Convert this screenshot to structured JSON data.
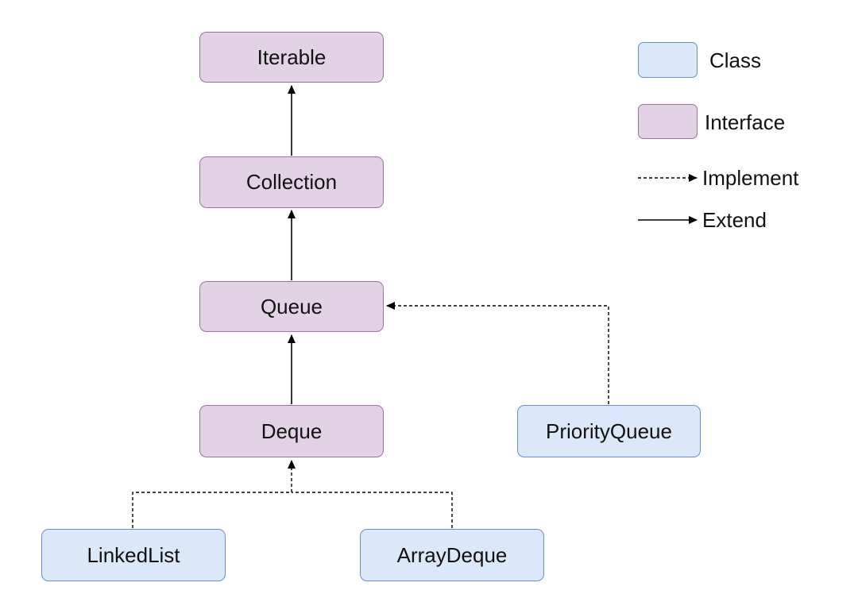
{
  "nodes": {
    "iterable": {
      "label": "Iterable",
      "kind": "interface"
    },
    "collection": {
      "label": "Collection",
      "kind": "interface"
    },
    "queue": {
      "label": "Queue",
      "kind": "interface"
    },
    "deque": {
      "label": "Deque",
      "kind": "interface"
    },
    "priority_queue": {
      "label": "PriorityQueue",
      "kind": "class"
    },
    "linked_list": {
      "label": "LinkedList",
      "kind": "class"
    },
    "array_deque": {
      "label": "ArrayDeque",
      "kind": "class"
    }
  },
  "edges": [
    {
      "from": "collection",
      "to": "iterable",
      "type": "extend"
    },
    {
      "from": "queue",
      "to": "collection",
      "type": "extend"
    },
    {
      "from": "deque",
      "to": "queue",
      "type": "extend"
    },
    {
      "from": "priority_queue",
      "to": "queue",
      "type": "implement"
    },
    {
      "from": "linked_list",
      "to": "deque",
      "type": "implement"
    },
    {
      "from": "array_deque",
      "to": "deque",
      "type": "implement"
    }
  ],
  "legend": {
    "class_label": "Class",
    "interface_label": "Interface",
    "implement_label": "Implement",
    "extend_label": "Extend"
  },
  "colors": {
    "interface_fill": "#e3d2e6",
    "interface_border": "#9c739f",
    "class_fill": "#dbe8fa",
    "class_border": "#6b8fc0",
    "line": "#000000"
  }
}
